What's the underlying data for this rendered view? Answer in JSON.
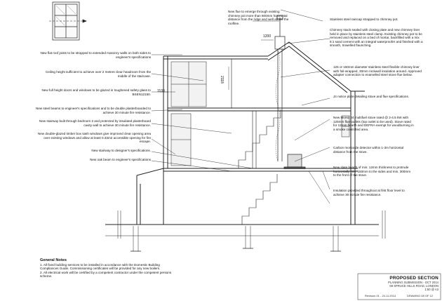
{
  "notes": {
    "flue_chimney_pot": "New flue to emerge through existing chimney pot more than 600mm horizontal distance from the ridge and well above the roofline.",
    "raincap": "Stainless steel raincap strapped to chimney pot.",
    "chimney_stack": "Chimney stack sealed with closing plate and new chimney liner held in place by stainless steel clamp. Existing chimney pot to be removed and replaced on a bed of mortar, backfilled with a mix 5:1 sand cement with an integral waterproofer and finished with a smooth, trowelled flaunching.",
    "flat_roof_joists": "New flat roof joists to be strapped to extended masonry walls on both sides to engineer's specifications",
    "ceiling_height": "Ceiling height sufficient to achieve over 2 metres clear headroom from the middle of the staircase.",
    "chimney_liner": "125 or 150mm diameter stainless steel flexible chimney liner with foil-wrapped, 30mm rockwall insulation around. Approved adapter connection to enamelled steel stove flue below.",
    "doors_windows": "New full height doors and windows to be glazed in toughened safety glass to BSEN12150.",
    "notice_plate": "J4 notice plate detailing stove and flue specifications.",
    "steel_beams": "New steel beams to engineer's specifications and to be double plasterboarded to achieve 30 minute fire resistance.",
    "stairway_bedroom": "New stairway built through bedroom 2 and protected by insulated plasterboard cavity wall to achieve 30 minute fire resistance.",
    "morso_stove": "New Morso 04 multifuel stove rated @ 2-4.5 kW with 125mm flue outlets (top outlet to be used). Stove rated for 12mm hearth and DEFRA exempt for woodburning in a smoke controlled area.",
    "sash_windows": "New double-glazed timber box sash windows give improved clear opening area over existing windows and allow at least 0.33m2 accessible opening for fire escape.",
    "co_detector": "Carbon monoxide detector within 1-3m horizontal distance from the stove.",
    "new_stairway": "New stairway to designer's specifications.",
    "oak_beam": "New oak beam to engineer's specifications",
    "slate_hearth": "New slate hearth of min. 12mm thickness to protrude horizontally min. 150mm to the sides and min. 300mm to the front of the stove.",
    "insulation": "Insulation provided throughout at first floor level to achieve 30 minute fire resistance."
  },
  "dimensions": {
    "d1200": "1200",
    "d1100": "1100",
    "d2118": "2118"
  },
  "general_notes": {
    "title": "General Notes",
    "items": [
      "1. All fixed building services to be installed in accordance with the Domestic Building Compliances Guide. Commissioning certificates will be provided for any new boilers.",
      "2. All electrical work will be certified by a competent contractor under the competent persons scheme."
    ]
  },
  "title_block": {
    "title": "PROPOSED SECTION",
    "line1": "PLANNING SUBMISSION - OCT 2014",
    "line2": "69 SPRUCE HILLS ROAD, LONDON",
    "line3": "1:50 @ A3",
    "revision": "Revision 01 - 24.11.2014",
    "drawing_no": "DRAWING 08 OF 12"
  }
}
